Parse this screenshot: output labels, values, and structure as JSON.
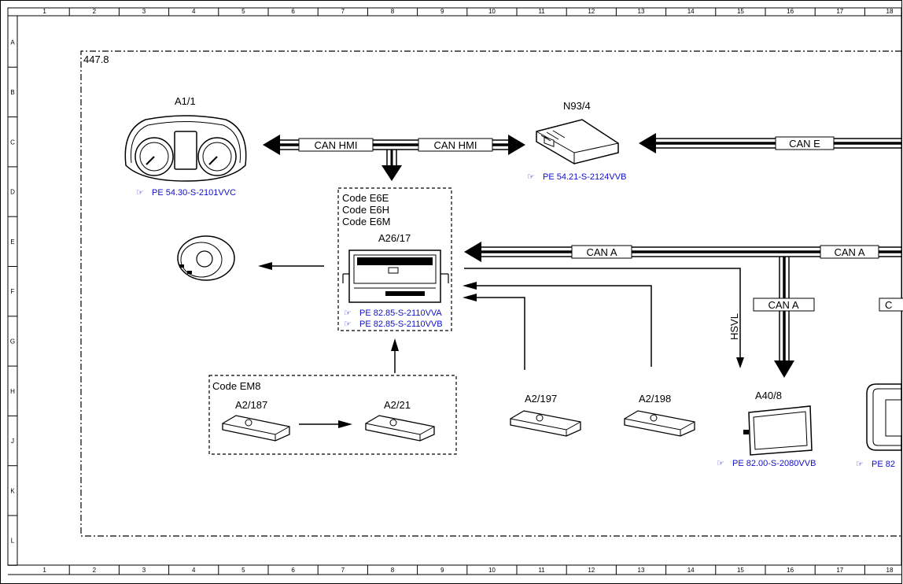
{
  "grid": {
    "columns": [
      "1",
      "2",
      "3",
      "4",
      "5",
      "6",
      "7",
      "8",
      "9",
      "10",
      "11",
      "12",
      "13",
      "14",
      "15",
      "16",
      "17",
      "18"
    ],
    "rows": [
      "A",
      "B",
      "C",
      "D",
      "E",
      "F",
      "G",
      "H",
      "J",
      "K",
      "L"
    ]
  },
  "frame_label": "447.8",
  "components": {
    "a1_1": "A1/1",
    "n93_4": "N93/4",
    "a26_17": "A26/17",
    "a2_187": "A2/187",
    "a2_21": "A2/21",
    "a2_197": "A2/197",
    "a2_198": "A2/198",
    "a40_8": "A40/8"
  },
  "codes": {
    "e6e": "Code E6E",
    "e6h": "Code E6H",
    "e6m": "Code E6M",
    "em8": "Code EM8"
  },
  "bus_labels": {
    "can_hmi_left": "CAN HMI",
    "can_hmi_right": "CAN HMI",
    "can_e": "CAN E",
    "can_a_1": "CAN A",
    "can_a_2": "CAN A",
    "can_a_3": "CAN A",
    "can_partial": "C",
    "hsvl": "HSVL"
  },
  "references": {
    "a1_1": "PE 54.30-S-2101VVC",
    "n93_4": "PE 54.21-S-2124VVB",
    "a26_17_a": "PE 82.85-S-2110VVA",
    "a26_17_b": "PE 82.85-S-2110VVB",
    "a40_8": "PE 82.00-S-2080VVB",
    "right_partial": "PE 82"
  },
  "colors": {
    "reference_link": "#1010c8",
    "line": "#000000"
  }
}
